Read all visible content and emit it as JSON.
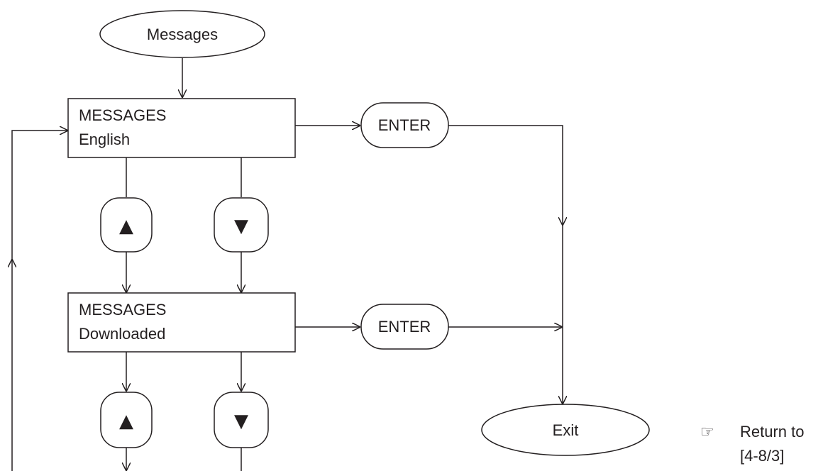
{
  "start_node": {
    "label": "Messages"
  },
  "menu_boxes": [
    {
      "line1": "MESSAGES",
      "line2": "English"
    },
    {
      "line1": "MESSAGES",
      "line2": "Downloaded"
    }
  ],
  "enter_buttons": [
    {
      "label": "ENTER"
    },
    {
      "label": "ENTER"
    }
  ],
  "nav_buttons": {
    "up_symbol": "▲",
    "down_symbol": "▼"
  },
  "exit_node": {
    "label": "Exit"
  },
  "note": {
    "icon": "pointing-hand-icon",
    "icon_glyph": "☞",
    "line1": "Return to",
    "line2": "[4-8/3]"
  }
}
